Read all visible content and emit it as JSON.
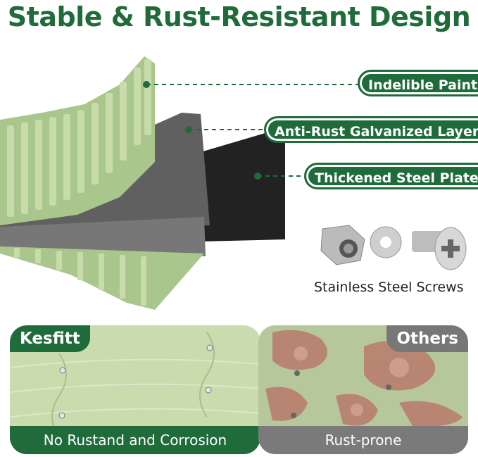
{
  "title": "Stable & Rust-Resistant Design",
  "callouts": {
    "paint": "Indelible Paint",
    "galvanized": "Anti-Rust Galvanized Layer",
    "steel": "Thickened Steel Plate"
  },
  "screws": {
    "label": "Stainless Steel Screws"
  },
  "comparison": {
    "left": {
      "badge": "Kesfitt",
      "caption": "No Rustand and Corrosion"
    },
    "right": {
      "badge": "Others",
      "caption": "Rust-prone"
    }
  },
  "colors": {
    "brand_green": "#1f6b3a",
    "panel_green": "#c9dcae",
    "rust": "#b87a6a",
    "gray": "#777777"
  }
}
